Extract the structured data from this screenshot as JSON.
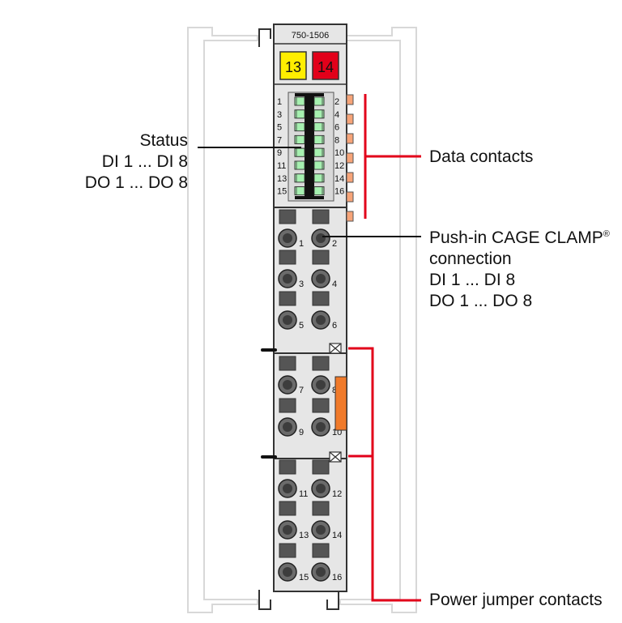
{
  "module": {
    "part_number": "750-1506",
    "pot_left": "13",
    "pot_right": "14",
    "led_left_labels": [
      "1",
      "3",
      "5",
      "7",
      "9",
      "11",
      "13",
      "15"
    ],
    "led_right_labels": [
      "2",
      "4",
      "6",
      "8",
      "10",
      "12",
      "14",
      "16"
    ],
    "terminal_labels": [
      [
        "1",
        "2"
      ],
      [
        "3",
        "4"
      ],
      [
        "5",
        "6"
      ],
      [
        "7",
        "8"
      ],
      [
        "9",
        "10"
      ],
      [
        "11",
        "12"
      ],
      [
        "13",
        "14"
      ],
      [
        "15",
        "16"
      ]
    ]
  },
  "labels": {
    "status": [
      "Status",
      "DI 1 ... DI 8",
      "DO 1 ... DO 8"
    ],
    "data_contacts": "Data contacts",
    "pushin_line1": "Push-in CAGE CLAMP",
    "pushin_reg": "®",
    "pushin_rest": [
      "connection",
      "DI 1 ... DI 8",
      "DO 1 ... DO 8"
    ],
    "power_jumper": "Power jumper contacts"
  },
  "colors": {
    "housing": "#e6e6e6",
    "outline": "#333333",
    "led_green": "#a6f0b0",
    "pot_yellow": "#ffee00",
    "pot_red": "#e2001a",
    "callout_red": "#e2001a",
    "contact_orange": "#f7a478",
    "jumper_orange": "#f07a2a",
    "ghost": "#d8d8d8"
  }
}
